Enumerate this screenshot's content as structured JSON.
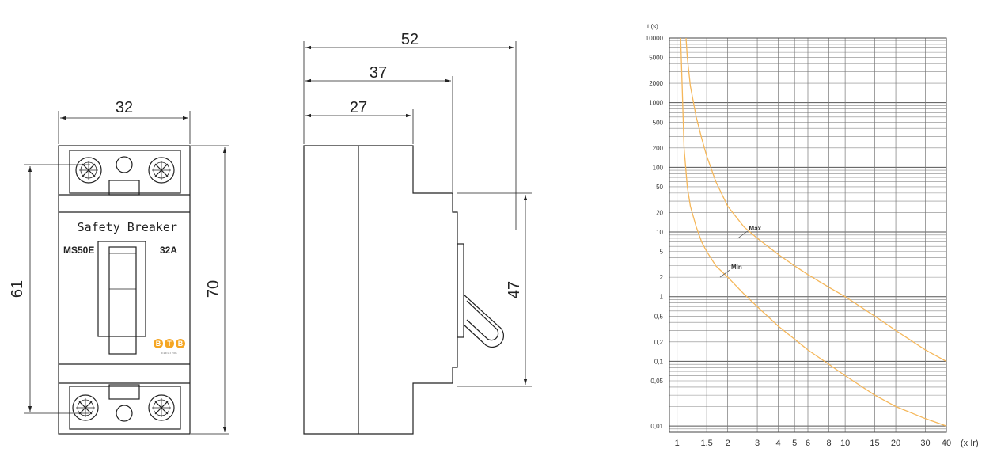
{
  "front_view": {
    "width_dim": "32",
    "height_dim_inner": "61",
    "height_dim_outer": "70",
    "label_title": "Safety Breaker",
    "model": "MS50E",
    "rating": "32A",
    "logo_letters": [
      "B",
      "T",
      "B"
    ],
    "logo_subtext": "ELECTRIC",
    "logo_color": "#f5a623"
  },
  "side_view": {
    "dim_overall": "52",
    "dim_mid": "37",
    "dim_body": "27",
    "dim_height": "47"
  },
  "chart_data": {
    "type": "line",
    "ylabel": "t (s)",
    "xlabel": "(x Ir)",
    "y_scale": "log",
    "x_scale": "log",
    "ylim": [
      0.008,
      10000
    ],
    "xlim": [
      0.9,
      40
    ],
    "y_ticks": [
      {
        "v": 10000,
        "t": "10000"
      },
      {
        "v": 5000,
        "t": "5000"
      },
      {
        "v": 2000,
        "t": "2000"
      },
      {
        "v": 1000,
        "t": "1000"
      },
      {
        "v": 500,
        "t": "500"
      },
      {
        "v": 200,
        "t": "200"
      },
      {
        "v": 100,
        "t": "100"
      },
      {
        "v": 50,
        "t": "50"
      },
      {
        "v": 20,
        "t": "20"
      },
      {
        "v": 10,
        "t": "10"
      },
      {
        "v": 5,
        "t": "5"
      },
      {
        "v": 2,
        "t": "2"
      },
      {
        "v": 1,
        "t": "1"
      },
      {
        "v": 0.5,
        "t": "0,5"
      },
      {
        "v": 0.2,
        "t": "0,2"
      },
      {
        "v": 0.1,
        "t": "0,1"
      },
      {
        "v": 0.05,
        "t": "0,05"
      },
      {
        "v": 0.01,
        "t": "0,01"
      }
    ],
    "x_ticks": [
      {
        "v": 1,
        "t": "1"
      },
      {
        "v": 1.5,
        "t": "1.5"
      },
      {
        "v": 2,
        "t": "2"
      },
      {
        "v": 3,
        "t": "3"
      },
      {
        "v": 4,
        "t": "4"
      },
      {
        "v": 5,
        "t": "5"
      },
      {
        "v": 6,
        "t": "6"
      },
      {
        "v": 8,
        "t": "8"
      },
      {
        "v": 10,
        "t": "10"
      },
      {
        "v": 15,
        "t": "15"
      },
      {
        "v": 20,
        "t": "20"
      },
      {
        "v": 30,
        "t": "30"
      },
      {
        "v": 40,
        "t": "40"
      }
    ],
    "grid": true,
    "curve_color": "#f5b75a",
    "series": [
      {
        "name": "Max",
        "x": [
          1.13,
          1.15,
          1.2,
          1.3,
          1.4,
          1.5,
          1.7,
          2,
          2.5,
          3,
          4,
          5,
          6,
          8,
          10,
          15,
          20,
          30,
          40
        ],
        "y": [
          10000,
          5000,
          1800,
          600,
          280,
          150,
          60,
          25,
          12,
          8,
          4.5,
          3,
          2.2,
          1.4,
          1,
          0.5,
          0.3,
          0.15,
          0.1
        ]
      },
      {
        "name": "Min",
        "x": [
          1.05,
          1.07,
          1.1,
          1.15,
          1.2,
          1.3,
          1.4,
          1.5,
          1.7,
          2,
          2.5,
          3,
          4,
          5,
          6,
          8,
          10,
          15,
          20,
          30,
          40
        ],
        "y": [
          10000,
          2000,
          200,
          50,
          25,
          12,
          7,
          5,
          3,
          2,
          1.1,
          0.7,
          0.35,
          0.22,
          0.15,
          0.09,
          0.06,
          0.03,
          0.02,
          0.013,
          0.01
        ]
      }
    ],
    "annotations": [
      {
        "text": "Max",
        "x": 2.3,
        "y": 8
      },
      {
        "text": "Min",
        "x": 1.8,
        "y": 2
      }
    ]
  }
}
